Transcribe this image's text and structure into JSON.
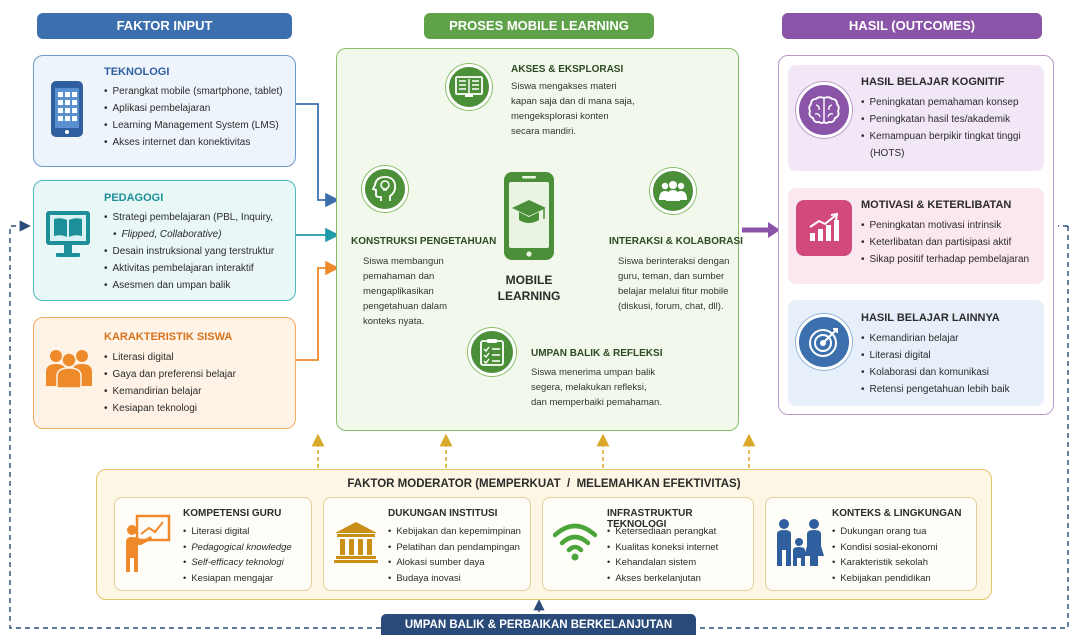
{
  "headers": {
    "input": "FAKTOR INPUT",
    "process": "PROSES MOBILE LEARNING",
    "outcome": "HASIL (OUTCOMES)"
  },
  "inputs": [
    {
      "title": "TEKNOLOGI",
      "items": [
        "Perangkat mobile (smartphone, tablet)",
        "Aplikasi pembelajaran",
        "Learning Management System (LMS)",
        "Akses internet dan konektivitas"
      ]
    },
    {
      "title": "PEDAGOGI",
      "items": [
        "Strategi pembelajaran (PBL, Inquiry,",
        "Flipped, Collaborative)",
        "Desain instruksional yang terstruktur",
        "Aktivitas pembelajaran interaktif",
        "Asesmen dan umpan balik"
      ]
    },
    {
      "title": "KARAKTERISTIK SISWA",
      "items": [
        "Literasi digital",
        "Gaya dan preferensi belajar",
        "Kemandirian belajar",
        "Kesiapan teknologi"
      ]
    }
  ],
  "process": {
    "center": [
      "MOBILE",
      "LEARNING"
    ],
    "steps": [
      {
        "title": "AKSES & EKSPLORASI",
        "lines": [
          "Siswa mengakses materi",
          "kapan saja dan di mana saja,",
          "mengeksplorasi konten",
          "secara mandiri."
        ]
      },
      {
        "title": "INTERAKSI & KOLABORASI",
        "lines": [
          "Siswa berinteraksi dengan",
          "guru, teman, dan sumber",
          "belajar melalui fitur mobile",
          "(diskusi, forum, chat, dll)."
        ]
      },
      {
        "title": "UMPAN BALIK & REFLEKSI",
        "lines": [
          "Siswa menerima umpan balik",
          "segera, melakukan refleksi,",
          "dan memperbaiki pemahaman."
        ]
      },
      {
        "title": "KONSTRUKSI PENGETAHUAN",
        "lines": [
          "Siswa membangun",
          "pemahaman dan",
          "mengaplikasikan",
          "pengetahuan dalam",
          "konteks nyata."
        ]
      }
    ]
  },
  "outcomes": [
    {
      "title": "HASIL BELAJAR KOGNITIF",
      "items": [
        "Peningkatan pemahaman konsep",
        "Peningkatan hasil tes/akademik",
        "Kemampuan berpikir tingkat tinggi",
        "(HOTS)"
      ]
    },
    {
      "title": "MOTIVASI & KETERLIBATAN",
      "items": [
        "Peningkatan motivasi intrinsik",
        "Keterlibatan dan partisipasi aktif",
        "Sikap positif terhadap pembelajaran"
      ]
    },
    {
      "title": "HASIL BELAJAR LAINNYA",
      "items": [
        "Kemandirian belajar",
        "Literasi digital",
        "Kolaborasi dan komunikasi",
        "Retensi pengetahuan lebih baik"
      ]
    }
  ],
  "moderator": {
    "title": "FAKTOR MODERATOR",
    "subtitle": "(MEMPERKUAT  /  MELEMAHKAN EFEKTIVITAS)",
    "cards": [
      {
        "title": "KOMPETENSI GURU",
        "items": [
          "Literasi digital",
          "Pedagogical knowledge",
          "Self-efficacy teknologi",
          "Kesiapan mengajar"
        ]
      },
      {
        "title": "DUKUNGAN INSTITUSI",
        "items": [
          "Kebijakan dan kepemimpinan",
          "Pelatihan dan pendampingan",
          "Alokasi sumber daya",
          "Budaya inovasi"
        ]
      },
      {
        "title": "INFRASTRUKTUR TEKNOLOGI",
        "items": [
          "Ketersediaan perangkat",
          "Kualitas koneksi internet",
          "Kehandalan sistem",
          "Akses berkelanjutan"
        ]
      },
      {
        "title": "KONTEKS & LINGKUNGAN",
        "items": [
          "Dukungan orang tua",
          "Kondisi sosial-ekonomi",
          "Karakteristik sekolah",
          "Kebijakan pendidikan"
        ]
      }
    ]
  },
  "feedback": "UMPAN BALIK & PERBAIKAN BERKELANJUTAN",
  "colors": {
    "blue": "#3c6fae",
    "teal": "#1d9ba6",
    "orange": "#ef8a2b",
    "green": "#5fa24a",
    "purple": "#8a54a8",
    "pink": "#d24a7c",
    "gold": "#d9a92a"
  }
}
